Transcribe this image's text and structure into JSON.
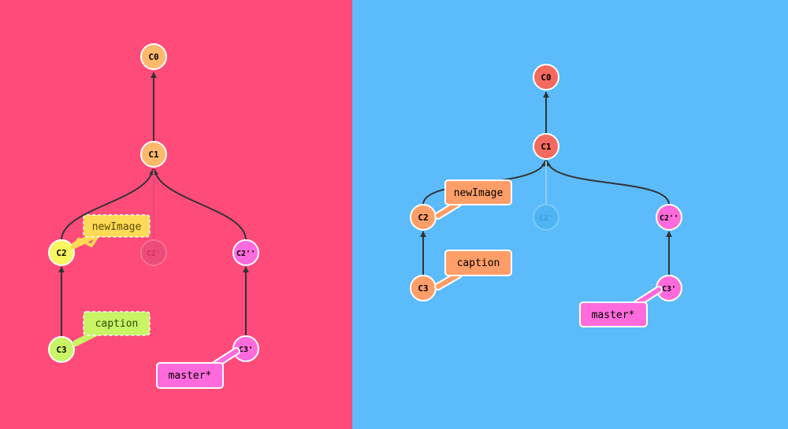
{
  "colors": {
    "left_bg": "#ff4b7a",
    "right_bg": "#5bbbfb",
    "edge": "#333333",
    "left_c0": "#ffb96b",
    "left_green": "#c8f466",
    "left_yellow": "#f9f65e",
    "left_pink": "#ff6bdc",
    "left_ghost": "#e24b78",
    "left_newimage_tag": "#ffda56",
    "right_red": "#f36a5e",
    "right_orange": "#ff9e68",
    "right_pink": "#ff6bdc",
    "right_ghost": "#4bb2ef",
    "white": "#ffffff"
  },
  "panels": [
    {
      "id": "left",
      "nodes": [
        {
          "id": "c0",
          "label": "C0",
          "fill": "#ffb96b"
        },
        {
          "id": "c1",
          "label": "C1",
          "fill": "#ffb96b"
        },
        {
          "id": "c2",
          "label": "C2",
          "fill": "#f9f65e"
        },
        {
          "id": "c2ghost",
          "label": "C2'",
          "fill": "#e24b78",
          "ghost": true
        },
        {
          "id": "c2pp",
          "label": "C2''",
          "fill": "#ff6bdc"
        },
        {
          "id": "c3",
          "label": "C3",
          "fill": "#c8f466"
        },
        {
          "id": "c3p",
          "label": "C3'",
          "fill": "#ff6bdc"
        }
      ],
      "branches": [
        {
          "id": "newimage",
          "label": "newImage",
          "fill": "#ffda56",
          "dashed": true
        },
        {
          "id": "caption",
          "label": "caption",
          "fill": "#c8f466",
          "dashed": true
        },
        {
          "id": "master",
          "label": "master*",
          "fill": "#ff6bdc",
          "dashed": false
        }
      ]
    },
    {
      "id": "right",
      "nodes": [
        {
          "id": "c0",
          "label": "C0",
          "fill": "#f36a5e"
        },
        {
          "id": "c1",
          "label": "C1",
          "fill": "#f36a5e"
        },
        {
          "id": "c2",
          "label": "C2",
          "fill": "#ff9e68"
        },
        {
          "id": "c2ghost",
          "label": "C2'",
          "fill": "#4bb2ef",
          "ghost": true
        },
        {
          "id": "c2pp",
          "label": "C2''",
          "fill": "#ff6bdc"
        },
        {
          "id": "c3",
          "label": "C3",
          "fill": "#ff9e68"
        },
        {
          "id": "c3p",
          "label": "C3'",
          "fill": "#ff6bdc"
        }
      ],
      "branches": [
        {
          "id": "newimage",
          "label": "newImage",
          "fill": "#ff9e68",
          "dashed": false
        },
        {
          "id": "caption",
          "label": "caption",
          "fill": "#ff9e68",
          "dashed": false
        },
        {
          "id": "master",
          "label": "master*",
          "fill": "#ff6bdc",
          "dashed": false
        }
      ]
    }
  ]
}
